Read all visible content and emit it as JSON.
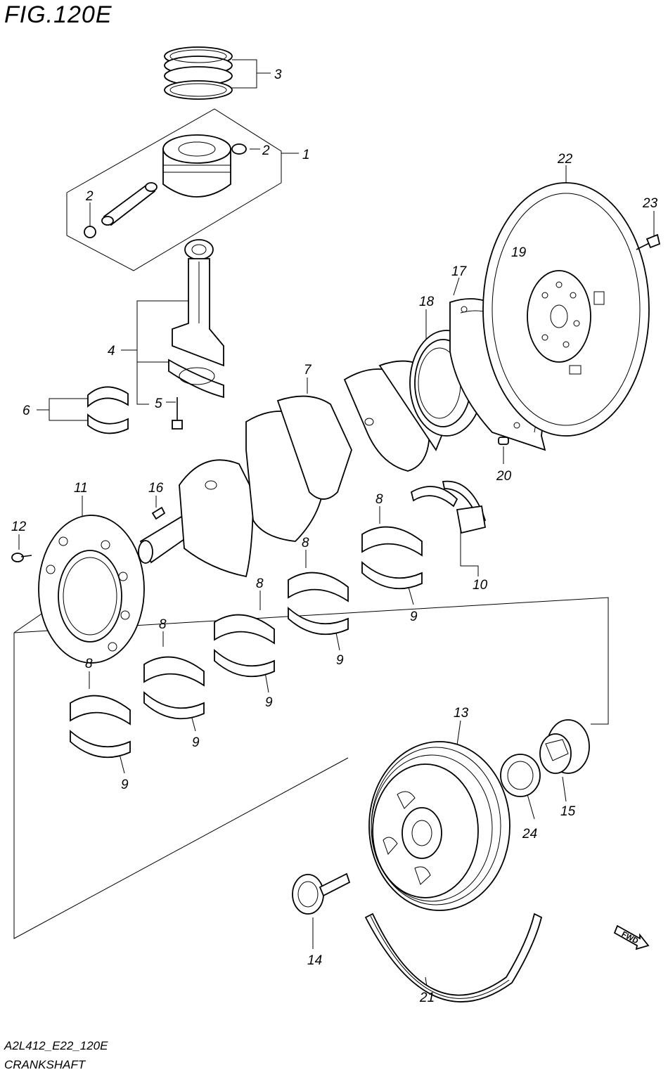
{
  "figure": {
    "title": "FIG.120E",
    "code": "A2L412_E22_120E",
    "name": "CRANKSHAFT",
    "fwd": "FWD"
  },
  "callouts": [
    "1",
    "2",
    "3",
    "4",
    "5",
    "6",
    "7",
    "8",
    "9",
    "10",
    "11",
    "12",
    "13",
    "14",
    "15",
    "16",
    "17",
    "18",
    "19",
    "20",
    "21",
    "22",
    "23",
    "24"
  ]
}
